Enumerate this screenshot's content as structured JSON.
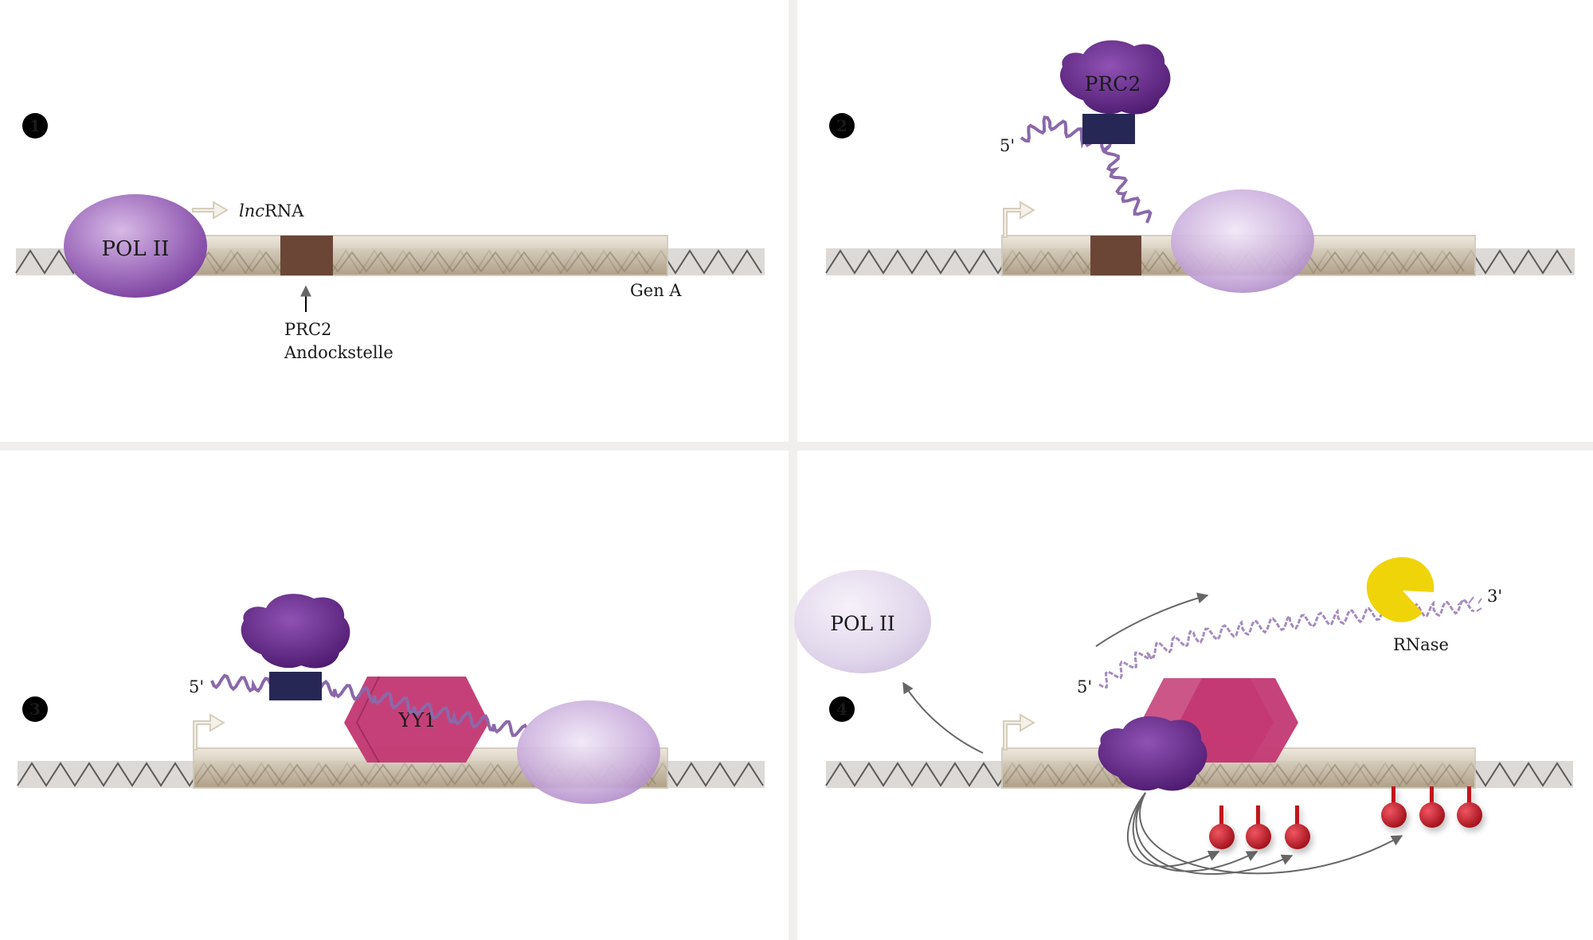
{
  "colors": {
    "background": "#ffffff",
    "divider": "#f0efee",
    "dna_strand": "#5c5a58",
    "dna_bg": "#dcd9d6",
    "gene_region": "#cdbda5",
    "docking_site": "#6b4637",
    "pol2": "#9766b0",
    "pol2_faded": "#d8cfe6",
    "prc2": "#5e2280",
    "prc2_base": "#262755",
    "yy1": "#c33873",
    "rna": "#8b68a9",
    "methyl_mark": "#c0151f",
    "rnase": "#f0d40a",
    "arrow": "#666666"
  },
  "panels": [
    {
      "step": "1",
      "pol2_label": "POL II",
      "lncrna_italic": "lnc",
      "lncrna_rest": "RNA",
      "gene_label": "Gen A",
      "docking_label_line1": "PRC2",
      "docking_label_line2": "Andockstelle"
    },
    {
      "step": "2",
      "prc2_label": "PRC2",
      "five_prime": "5'"
    },
    {
      "step": "3",
      "yy1_label": "YY1",
      "five_prime": "5'"
    },
    {
      "step": "4",
      "pol2_label": "POL II",
      "five_prime": "5'",
      "three_prime": "3'",
      "rnase_label": "RNase"
    }
  ]
}
